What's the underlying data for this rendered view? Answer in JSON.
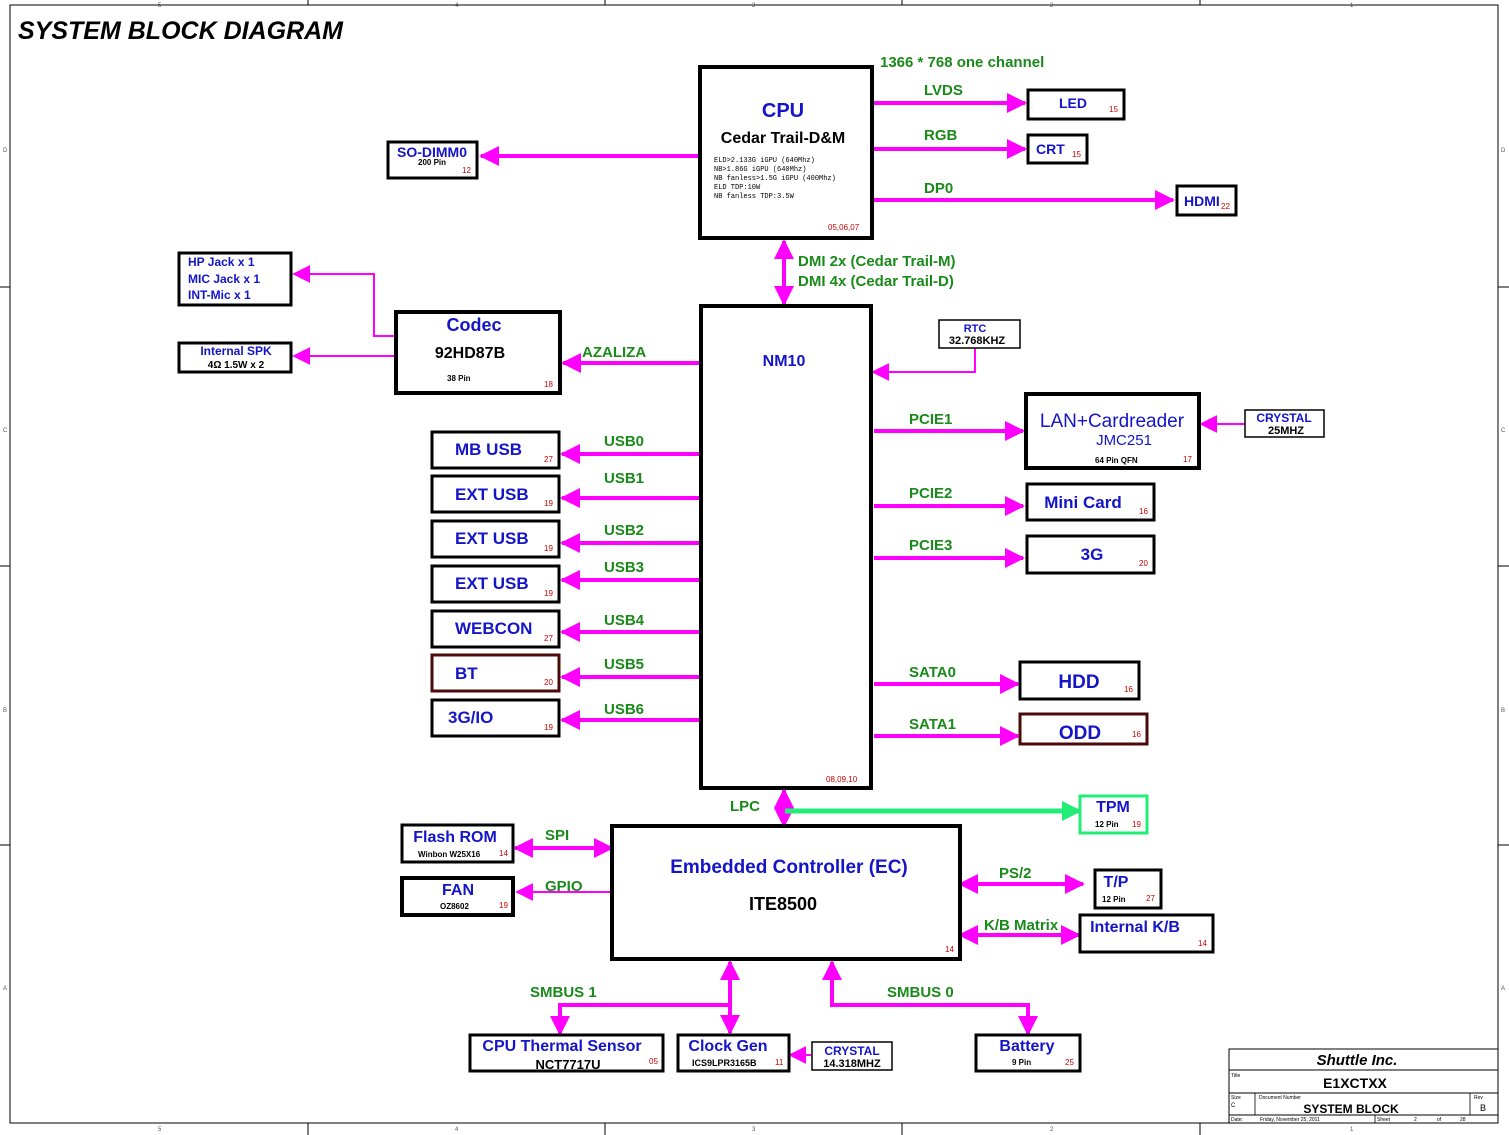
{
  "title": "SYSTEM BLOCK DIAGRAM",
  "colors": {
    "bus": "#ff00ff",
    "label": "#1a8a1a",
    "block_title": "#1414c8",
    "page_ref": "#cc0000",
    "tpm_link": "#22ee77",
    "box": "#000000",
    "dark_box": "#4a0a0a"
  },
  "cpu": {
    "title": "CPU",
    "subtitle": "Cedar Trail-D&M",
    "specs": [
      "ELD>2.133G iGPU (640Mhz)",
      "NB>1.86G iGPU (640Mhz)",
      "NB fanless>1.5G iGPU (400Mhz)",
      "ELD TDP:10W",
      "NB fanless TDP:3.5W"
    ],
    "pages": "05,06,07"
  },
  "display": {
    "note": "1366 * 768 one channel",
    "lvds": "LVDS",
    "rgb": "RGB",
    "dp0": "DP0",
    "led": "LED",
    "led_page": "15",
    "crt": "CRT",
    "crt_page": "15",
    "hdmi": "HDMI",
    "hdmi_page": "22"
  },
  "sodimm": {
    "title": "SO-DIMM0",
    "sub": "200 Pin",
    "page": "12"
  },
  "dmi": {
    "line1": "DMI 2x (Cedar Trail-M)",
    "line2": "DMI 4x (Cedar Trail-D)"
  },
  "nm10": {
    "title": "NM10",
    "pages": "08,09,10"
  },
  "rtc": {
    "title": "RTC",
    "freq": "32.768KHZ"
  },
  "codec": {
    "title": "Codec",
    "part": "92HD87B",
    "pins": "38 Pin",
    "page": "18",
    "bus": "AZALIZA"
  },
  "audio_jacks": [
    "HP Jack x 1",
    "MIC Jack x 1",
    "INT-Mic x 1"
  ],
  "spk": {
    "title": "Internal SPK",
    "spec": "4Ω 1.5W x 2"
  },
  "usb": [
    {
      "bus": "USB0",
      "label": "MB USB",
      "page": "27"
    },
    {
      "bus": "USB1",
      "label": "EXT USB",
      "page": "19"
    },
    {
      "bus": "USB2",
      "label": "EXT USB",
      "page": "19"
    },
    {
      "bus": "USB3",
      "label": "EXT USB",
      "page": "19"
    },
    {
      "bus": "USB4",
      "label": "WEBCON",
      "page": "27"
    },
    {
      "bus": "USB5",
      "label": "BT",
      "page": "20"
    },
    {
      "bus": "USB6",
      "label": "3G/IO",
      "page": "19"
    }
  ],
  "lan": {
    "title": "LAN+Cardreader",
    "part": "JMC251",
    "pins": "64 Pin QFN",
    "page": "17",
    "bus": "PCIE1"
  },
  "crystal_lan": {
    "title": "CRYSTAL",
    "freq": "25MHZ"
  },
  "minicard": {
    "title": "Mini Card",
    "page": "16",
    "bus": "PCIE2"
  },
  "g3": {
    "title": "3G",
    "page": "20",
    "bus": "PCIE3"
  },
  "hdd": {
    "title": "HDD",
    "page": "16",
    "bus": "SATA0"
  },
  "odd": {
    "title": "ODD",
    "page": "16",
    "bus": "SATA1"
  },
  "lpc": "LPC",
  "tpm": {
    "title": "TPM",
    "pins": "12 Pin",
    "page": "19"
  },
  "ec": {
    "title": "Embedded Controller (EC)",
    "part": "ITE8500",
    "page": "14"
  },
  "flash": {
    "title": "Flash ROM",
    "part": "Winbon W25X16",
    "page": "14",
    "bus": "SPI"
  },
  "fan": {
    "title": "FAN",
    "part": "OZ8602",
    "page": "19",
    "bus": "GPIO"
  },
  "tp": {
    "title": "T/P",
    "pins": "12 Pin",
    "page": "27",
    "bus": "PS/2"
  },
  "kb": {
    "title": "Internal K/B",
    "page": "14",
    "bus": "K/B Matrix"
  },
  "smbus1": "SMBUS 1",
  "smbus0": "SMBUS 0",
  "thermal": {
    "title": "CPU Thermal Sensor",
    "part": "NCT7717U",
    "page": "05"
  },
  "clock": {
    "title": "Clock Gen",
    "part": "ICS9LPR3165B",
    "page": "11"
  },
  "crystal_clk": {
    "title": "CRYSTAL",
    "freq": "14.318MHZ"
  },
  "battery": {
    "title": "Battery",
    "pins": "9 Pin",
    "page": "25"
  },
  "title_block": {
    "company": "Shuttle Inc.",
    "title_lbl": "Title",
    "project": "E1XCTXX",
    "size_lbl": "Size",
    "size": "C",
    "docnum_lbl": "Document Number",
    "doc": "SYSTEM BLOCK",
    "rev_lbl": "Rev",
    "rev": "B",
    "date_lbl": "Date:",
    "date": "Friday, November 25, 2011",
    "sheet_lbl": "Sheet",
    "sheet": "2",
    "of_lbl": "of",
    "total": "28"
  },
  "border_marks": {
    "top": [
      "5",
      "4",
      "3",
      "2",
      "1"
    ],
    "side": [
      "D",
      "C",
      "B",
      "A"
    ]
  }
}
